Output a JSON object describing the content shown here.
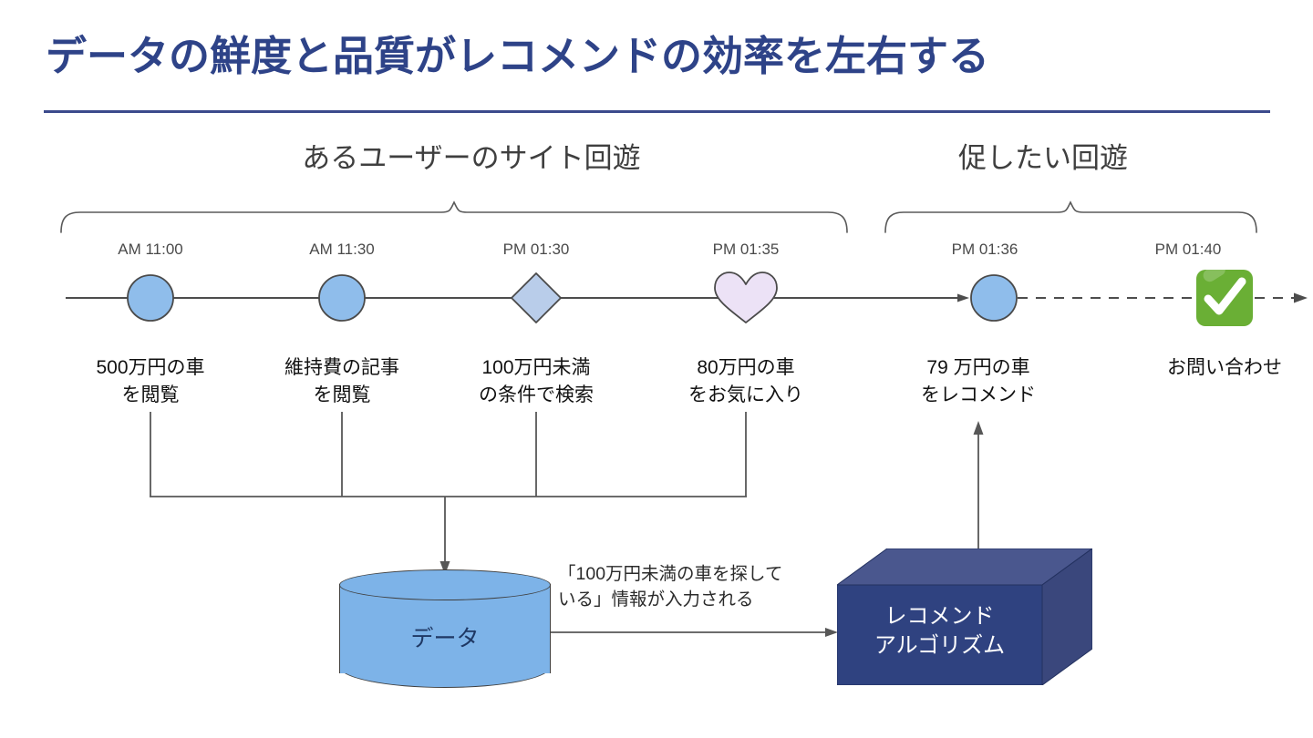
{
  "slide": {
    "title": "データの鮮度と品質がレコメンドの効率を左右する",
    "accent_color": "#2e4388",
    "rule_color": "#3b4a8c",
    "background": "#ffffff"
  },
  "sections": [
    {
      "id": "actual",
      "label": "あるユーザーのサイト回遊"
    },
    {
      "id": "desired",
      "label": "促したい回遊"
    }
  ],
  "timeline": {
    "events": [
      {
        "time": "AM 11:00",
        "caption_line1": "500万円の車",
        "caption_line2": "を閲覧",
        "marker": "circle-marker",
        "color": "#8fbdeb"
      },
      {
        "time": "AM 11:30",
        "caption_line1": "維持費の記事",
        "caption_line2": "を閲覧",
        "marker": "circle-marker",
        "color": "#8fbdeb"
      },
      {
        "time": "PM 01:30",
        "caption_line1": "100万円未満",
        "caption_line2": "の条件で検索",
        "marker": "diamond-marker",
        "color": "#b9cdea"
      },
      {
        "time": "PM 01:35",
        "caption_line1": "80万円の車",
        "caption_line2": "をお気に入り",
        "marker": "heart-marker",
        "color": "#ece2f6"
      },
      {
        "time": "PM 01:36",
        "caption_line1": "79 万円の車",
        "caption_line2": "をレコメンド",
        "marker": "circle-marker",
        "color": "#8fbdeb"
      },
      {
        "time": "PM 01:40",
        "caption_line1": "お問い合わせ",
        "caption_line2": "",
        "marker": "green-check-icon",
        "color": "#6aaf35"
      }
    ]
  },
  "datastore": {
    "label": "データ",
    "color": "#7db3e8"
  },
  "annotation": {
    "line1": "「100万円未満の車を探して",
    "line2": "いる」情報が入力される"
  },
  "algorithm_box": {
    "label_line1": "レコメンド",
    "label_line2": "アルゴリズム",
    "front_color": "#2f4280",
    "top_color": "#4a578e"
  }
}
